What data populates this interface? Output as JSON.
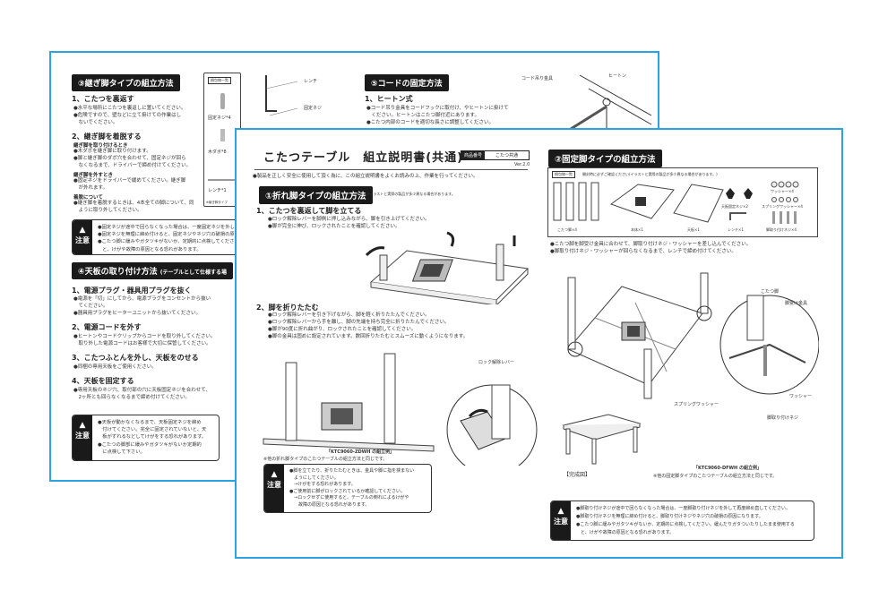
{
  "back_page": {
    "section3": {
      "heading": "③継ぎ脚タイプの組立方法",
      "step1_title": "1、こたつを裏返す",
      "step1_lines": [
        "●水平な場所にこたつを裏返しに置いてください。",
        "●危険ですので、壁などに立て掛けての作業はし",
        "　ないでください。"
      ],
      "step2_title": "2、継ぎ脚を着脱する",
      "attach_title": "継ぎ脚を取り付けるとき",
      "attach_lines": [
        "●木ダボを継ぎ脚に取り付けます。",
        "●脚と継ぎ脚のダボ穴を合わせて、固定ネジが回ら",
        "　なくなるまで、ドライバーで締め付けてください。"
      ],
      "remove_title": "継ぎ脚を外すとき",
      "remove_lines": [
        "●固定ネジをドライバーで緩めてください。継ぎ脚",
        "　が外れます。"
      ],
      "about_title": "着脱について",
      "about_lines": [
        "●継ぎ脚を着脱するときは、4本全ての脚について、同",
        "　ように取り外してください。"
      ],
      "caution_icon": "注意",
      "caution_lines": [
        "●固定ネジが途中で回らなくなった場合は、一度固定ネジを外し",
        "●固定ネジを無理に締め付けると、固定ネジやネジ穴の破損の原",
        "●こたつ脚に緩みやガタツキがないか、定期的に点検してくださ",
        "　と、けがや故障の原因となる恐れがあります。"
      ]
    },
    "parts_box": {
      "title": "梱包物一覧",
      "items": [
        "固定ネジ*4",
        "木ダボ*8",
        "レンチ*1"
      ],
      "note": "※継ぎ脚タイプ"
    },
    "tool_labels": [
      "レンチ",
      "固定ネジ"
    ],
    "section4": {
      "heading": "④天板の取り付け方法",
      "heading_note": "(テーブルとして仕様する場",
      "steps": [
        {
          "title": "1、電源プラグ・器具用プラグを抜く",
          "lines": [
            "●電源を「切」にしてから、電源プラグをコンセントから抜い",
            "　てください。",
            "●器具用プラグをヒーターユニットから抜いてください。"
          ]
        },
        {
          "title": "2、電源コードを外す",
          "lines": [
            "●ヒートンやコードクリップからコードを取り外してください。",
            "　取り外した電源コードはお客様で大切に保管してください。"
          ]
        },
        {
          "title": "3、こたつふとんを外し、天板をのせる",
          "lines": [
            "●同梱の専用天板をご使用ください。"
          ]
        },
        {
          "title": "4、天板を固定する",
          "lines": [
            "●専用天板のネジ穴、取付部の穴に天板固定ネジを合わせて、",
            "　2ヶ所とも回らなくなるまで締め付けてください。"
          ]
        }
      ],
      "caution_icon": "注意",
      "caution_lines": [
        "●天板が動かなくなるまで、天板固定ネジを締め",
        "　付けてください。完全に固定されていないと、天",
        "　板がずれるなどしてけがをする恐れがあります。",
        "●こたつの脚部に緩みやガタツキがないか定期的",
        "　に点検して下さい。"
      ]
    },
    "section5": {
      "heading": "⑤コードの固定方法",
      "step1_title": "1、ヒートン式",
      "lines": [
        "●コード吊り金具をコードフックに取付け、やヒートンに掛けて",
        "　ください。ヒートンはこたつ脚付近にあります。",
        "●こたつ内部のコードを適切な長さに調整してください。"
      ],
      "labels": [
        "コード吊り金具",
        "ヒートン"
      ]
    }
  },
  "front_page": {
    "title": "こたつテーブル　組立説明書(共通)",
    "product_code_label": "商品番号",
    "product_code_value": "こたつ共通",
    "version": "Ver.2.0",
    "intro": "●製品を正しく安全に使用して頂く為に、この組立説明書をよくお読みの上、作業を行ってください。",
    "section1": {
      "heading": "①折れ脚タイプの組立方法",
      "note": "※イラストと実際の製品が多少異なる場合があります。",
      "step1_title": "1、こたつを裏返して脚を立てる",
      "step1_lines": [
        "●ロック解除レバーを脚側に押し込みながら、脚を引き上げてください。",
        "●脚が完全に伸び、ロックされたことを確認してください。"
      ],
      "step2_title": "2、脚を折りたたむ",
      "step2_lines": [
        "●ロック解除レバーを引き下げながら、脚を軽く折りたたんでください。",
        "●ロック解除レバーから手を離し、脚の先端を持ち完全に折りたたんでください。",
        "●脚が90度に折れ曲がり、ロックされたことを確認してください。",
        "●脚の金具は固めに設定されています。数回折りたたむとスムーズに動くようになります。"
      ],
      "lever_label": "ロック解除レバー",
      "example_title": "「KTC9060-ZDWH の組立例」",
      "example_note": "※他の折れ脚タイプのこたつテーブルの組立方法と同じです。",
      "caution_icon": "注意",
      "caution_lines": [
        "●脚を立てたり、折りたたむときは、金具や脚に指を挟まない",
        "　ようにしてください。",
        "　→けがをする恐れがあります。",
        "●ご使用前に脚がロックされているか確認してください。",
        "　→ロックせずに使用すると、テーブルの倒れによるけがや",
        "　　故障の原因となる恐れがあります。"
      ]
    },
    "section2": {
      "heading": "②固定脚タイプの組立方法",
      "parts_title": "梱包物一覧",
      "parts_note": "開封時に必ずご確認ください(イラストと実際の製品が多少異なる場合があります。)",
      "parts": [
        "こたつ脚×4",
        "本体×1",
        "天板×1",
        "天板固定ネジ×2",
        "レンチ×1",
        "ワッシャー×4",
        "スプリングワッシャー×4",
        "脚取り付けネジ×4"
      ],
      "lines": [
        "●こたつ脚を脚受け金具に合わせて、脚取り付けネジ・ワッシャーを差し込んでください。",
        "●脚取り付けネジ・ワッシャーが回らなくなるまで、レンチで締め付けてください。"
      ],
      "diagram_labels": [
        "こたつ脚",
        "脚受け金具",
        "ワッシャー",
        "スプリングワッシャー",
        "脚取り付けネジ"
      ],
      "complete_label": "【完成図】",
      "example_title": "「KTC9060-DFWH の組立例」",
      "example_note": "※他の固定脚タイプのこたつテーブルの組立方法と同じです。",
      "caution_icon": "注意",
      "caution_lines": [
        "●脚取り付けネジが途中で回らなくなった場合は、一度脚取り付けネジを外して再度締め直してください。",
        "●脚取り付けネジを無理に締め付けると、脚取り付けネジやネジ穴の破損の原因になります。",
        "●こたつ脚に緩みやガタツキがないか、定期的に点検してください。緩んだりガタついたりしたまま使用する",
        "　と、けがや故障の原因となる恐れがあります。"
      ]
    }
  }
}
